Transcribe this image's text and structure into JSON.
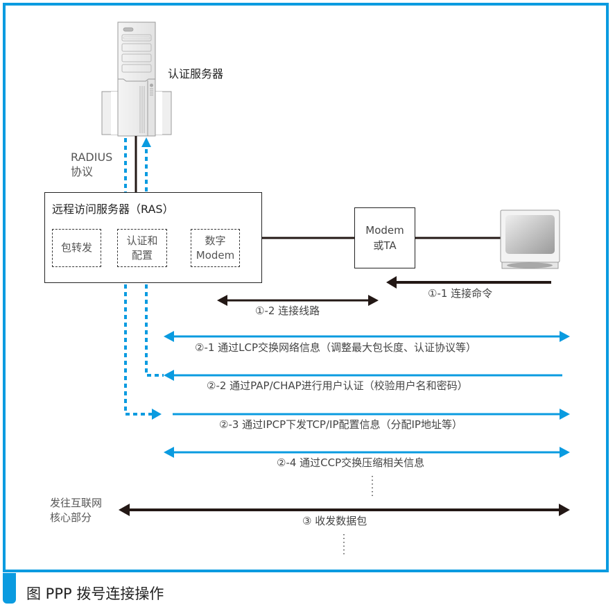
{
  "figure": {
    "caption": "图  PPP 拨号连接操作",
    "accent_color": "#0a9be0",
    "line_color": "#231815"
  },
  "nodes": {
    "auth_server": {
      "label": "认证服务器",
      "icon": "server-tower-icon"
    },
    "radius": {
      "line1": "RADIUS",
      "line2": "协议"
    },
    "ras": {
      "title": "远程访问服务器（RAS）",
      "modules": [
        {
          "line1": "包转发",
          "line2": ""
        },
        {
          "line1": "认证和",
          "line2": "配置"
        },
        {
          "line1": "数字",
          "line2": "Modem"
        }
      ]
    },
    "modem": {
      "line1": "Modem",
      "line2": "或TA"
    },
    "client": {
      "icon": "computer-monitor-icon"
    },
    "internet_core": {
      "line1": "发往互联网",
      "line2": "核心部分"
    }
  },
  "steps": [
    {
      "id": "1-1",
      "label": "①-1 连接命令",
      "color": "black",
      "direction": "left"
    },
    {
      "id": "1-2",
      "label": "①-2 连接线路",
      "color": "black",
      "direction": "both"
    },
    {
      "id": "2-1",
      "label": "②-1 通过LCP交换网络信息（调整最大包长度、认证协议等）",
      "color": "blue",
      "direction": "both"
    },
    {
      "id": "2-2",
      "label": "②-2 通过PAP/CHAP进行用户认证（校验用户名和密码）",
      "color": "blue",
      "direction": "left"
    },
    {
      "id": "2-3",
      "label": "②-3 通过IPCP下发TCP/IP配置信息（分配IP地址等）",
      "color": "blue",
      "direction": "right"
    },
    {
      "id": "2-4",
      "label": "②-4 通过CCP交换压缩相关信息",
      "color": "blue",
      "direction": "both"
    },
    {
      "id": "3",
      "label": "③ 收发数据包",
      "color": "black",
      "direction": "both"
    }
  ]
}
